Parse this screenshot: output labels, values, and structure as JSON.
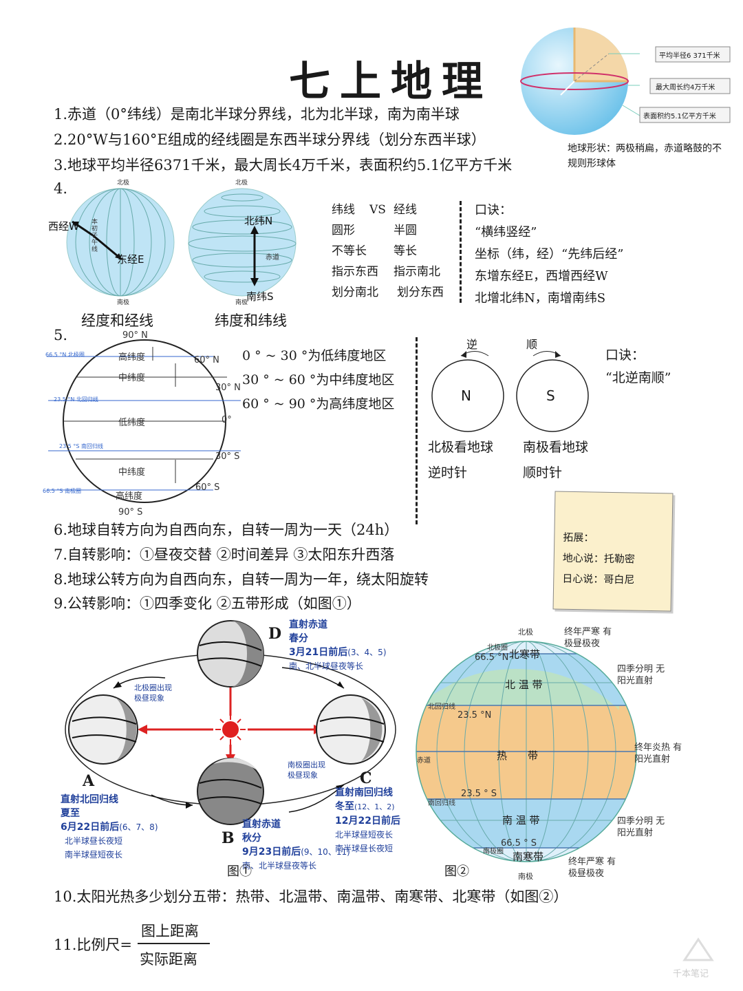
{
  "title": "七上地理",
  "top_globe": {
    "callouts": [
      "平均半径6 371千米",
      "最大周长约4万千米",
      "表面积约5.1亿平方千米"
    ],
    "shape_note": "地球形状：两极稍扁，赤道略鼓的不规则形球体"
  },
  "lines": {
    "l1": "1.赤道（0°纬线）是南北半球分界线，北为北半球，南为南半球",
    "l2": "2.20°W与160°E组成的经线圈是东西半球分界线（划分东西半球）",
    "l3": "3.地球平均半径6371千米，最大周长4万千米，表面积约5.1亿平方千米",
    "l4": "4.",
    "l5": "5.",
    "l6": "6.地球自转方向为自西向东，自转一周为一天（24h）",
    "l7": "7.自转影响：①昼夜交替 ②时间差异 ③太阳东升西落",
    "l8": "8.地球公转方向为自西向东，自转一周为一年，绕太阳旋转",
    "l9": "9.公转影响：①四季变化 ②五带形成（如图①）",
    "l10": "10.太阳光热多少划分五带：热带、北温带、南温带、南寒带、北寒带（如图②）",
    "l11_prefix": "11.比例尺=",
    "l11_num": "图上距离",
    "l11_den": "实际距离"
  },
  "section4": {
    "globe1": {
      "top": "北极",
      "bottom": "南极",
      "west": "西经W",
      "east": "东经E",
      "meridian": "本初子午线",
      "caption": "经度和经线"
    },
    "globe2": {
      "top": "北极",
      "bottom": "南极",
      "north": "北纬N",
      "south": "南纬S",
      "equator": "赤道",
      "caption": "纬度和纬线"
    },
    "compare": [
      [
        "纬线",
        "VS",
        "经线"
      ],
      [
        "圆形",
        "",
        "半圆"
      ],
      [
        "不等长",
        "",
        "等长"
      ],
      [
        "指示东西",
        "",
        "指示南北"
      ],
      [
        "划分南北",
        "",
        "划分东西"
      ]
    ],
    "mnemonic": [
      "口诀：",
      "“横纬竖经”",
      "坐标（纬，经）“先纬后经”",
      "东增东经E，西增西经W",
      "北增北纬N，南增南纬S"
    ]
  },
  "section5": {
    "labels": {
      "n90": "90° N",
      "s90": "90° S",
      "n60": "60° N",
      "n30": "30° N",
      "zero": "0°",
      "s30": "30° S",
      "s60": "60° S",
      "arctic": "66.5 °N 北极圈",
      "cancer": "23.5 °N 北回归线",
      "capricorn": "23.5 °S 南回归线",
      "antarctic": "66.5 °S 南极圈",
      "high": "高纬度",
      "mid": "中纬度",
      "low": "低纬度"
    },
    "zones": [
      "0 ° ~ 30 °为低纬度地区",
      "30 ° ~ 60 °为中纬度地区",
      "60 ° ~ 90 °为高纬度地区"
    ],
    "rotation": {
      "ni": "逆",
      "shun": "顺",
      "N": "N",
      "S": "S",
      "cap1a": "北极看地球",
      "cap1b": "逆时针",
      "cap2a": "南极看地球",
      "cap2b": "顺时针"
    },
    "mnemonic": [
      "口诀：",
      "“北逆南顺”"
    ]
  },
  "extension": {
    "title": "拓展：",
    "l1": "地心说：托勒密",
    "l2": "日心说：哥白尼"
  },
  "fig1": {
    "caption": "图①",
    "A": "A",
    "B": "B",
    "C": "C",
    "D": "D",
    "D_t1": "直射赤道",
    "D_t2": "春分",
    "D_t3": "3月21日前后",
    "D_t3b": "(3、4、5)",
    "D_t4": "南、北半球昼夜等长",
    "A_t1": "直射北回归线",
    "A_t2": "夏至",
    "A_t3": "6月22日前后",
    "A_t3b": "(6、7、8)",
    "A_t4": "北半球昼长夜短",
    "A_t5": "南半球昼短夜长",
    "A_note": "北极圈出现 极昼现象",
    "B_t1": "直射赤道",
    "B_t2": "秋分",
    "B_t3": "9月23日前后",
    "B_t3b": "(9、10、11)",
    "B_t4": "南、北半球昼夜等长",
    "C_t1": "直射南回归线",
    "C_t2": "冬至",
    "C_t2b": "(12、1、2)",
    "C_t3": "12月22日前后",
    "C_t4": "北半球昼短夜长",
    "C_t5": "南半球昼长夜短",
    "C_note": "南极圈出现 极昼现象"
  },
  "fig2": {
    "caption": "图②",
    "north_pole": "北极",
    "south_pole": "南极",
    "n665": "66.5 °N",
    "n235": "23.5 °N",
    "s235": "23.5 ° S",
    "s665": "66.5 ° S",
    "arctic_line": "北极圈",
    "cancer_line": "北回归线",
    "equator_line": "赤道",
    "capricorn_line": "南回归线",
    "antarctic_line": "南极圈",
    "z1": "北寒带",
    "z2": "北 温 带",
    "z3": "热　　带",
    "z4": "南 温 带",
    "z5": "南寒带",
    "r1": "终年严寒 有极昼极夜",
    "r2": "四季分明 无阳光直射",
    "r3": "终年炎热 有阳光直射",
    "r4": "四季分明 无阳光直射",
    "r5": "终年严寒 有极昼极夜"
  },
  "watermark": "千本笔记",
  "colors": {
    "ocean": "#a9d8f0",
    "tropic": "#f5c98c",
    "temperate": "#c3e6b4",
    "sun": "#e02020",
    "blue_text": "#1f3f9a"
  }
}
